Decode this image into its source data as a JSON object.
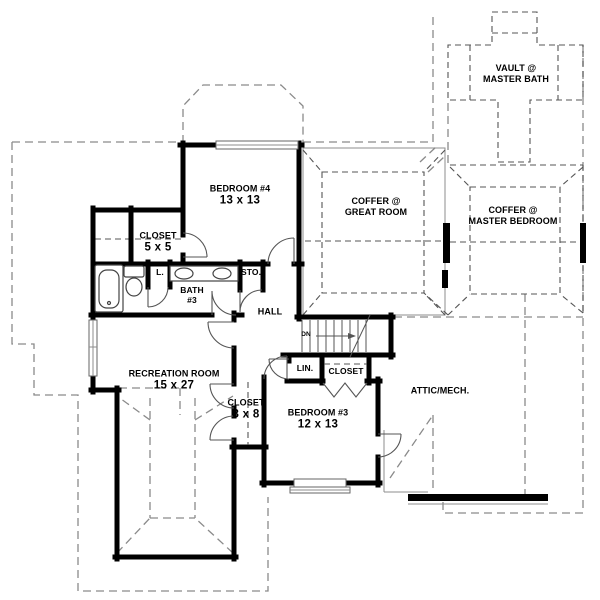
{
  "drawing": {
    "type": "second-floor-plan",
    "background": "#ffffff",
    "wall_color": "#000000",
    "dashed_line_color": "#8a8a8a",
    "ceiling_line_color": "#555555"
  },
  "labels": {
    "vault_master_bath": {
      "l1": "VAULT @",
      "l2": "MASTER BATH"
    },
    "coffer_great_room": {
      "l1": "COFFER @",
      "l2": "GREAT ROOM"
    },
    "coffer_master_bedroom": {
      "l1": "COFFER @",
      "l2": "MASTER BEDROOM"
    },
    "bedroom4": {
      "name": "BEDROOM #4",
      "dim": "13 x 13"
    },
    "closet_5x5": {
      "name": "CLOSET",
      "dim": "5 x 5"
    },
    "linen_small": {
      "name": "L."
    },
    "bath3": {
      "l1": "BATH",
      "l2": "#3"
    },
    "storage": {
      "name": "STO."
    },
    "hall": {
      "name": "HALL"
    },
    "stairs": {
      "direction": "DN"
    },
    "linen": {
      "name": "LIN."
    },
    "closet_under_stairs": {
      "name": "CLOSET"
    },
    "recreation_room": {
      "name": "RECREATION ROOM",
      "dim": "15 x 27"
    },
    "closet_3x8": {
      "name": "CLOSET",
      "dim": "3 x 8"
    },
    "bedroom3": {
      "name": "BEDROOM #3",
      "dim": "12 x 13"
    },
    "attic_mech": {
      "name": "ATTIC/MECH."
    }
  }
}
